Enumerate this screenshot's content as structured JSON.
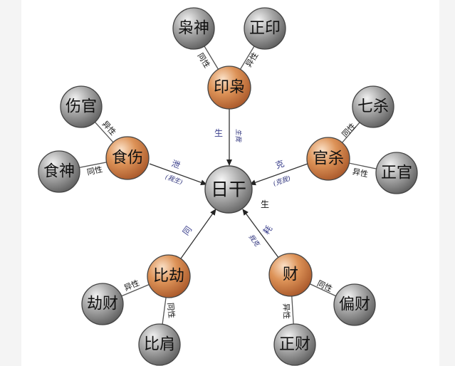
{
  "center": {
    "label": "日干"
  },
  "main_nodes": {
    "yin": "印枭",
    "guan": "官杀",
    "cai": "财",
    "bi": "比劫",
    "shi": "食伤"
  },
  "sub_nodes": {
    "xiaoshen": "枭神",
    "zhengyin": "正印",
    "qisha": "七杀",
    "zhengguan": "正官",
    "piancai": "偏财",
    "zhengcai": "正财",
    "bijian": "比肩",
    "jiecai": "劫财",
    "shanguan": "伤官",
    "shishen": "食神"
  },
  "edge_labels": {
    "same": "同性",
    "diff": "异性"
  },
  "flows": {
    "yin_main": "生",
    "yin_sub": "生我",
    "guan_main": "克",
    "guan_sub": "(克我)",
    "shi_main": "泄",
    "shi_sub": "(我生)",
    "cai_main": "耗",
    "cai_sub": "我克",
    "bi_main": "同",
    "side": "生"
  },
  "colors": {
    "main_node": "#d98a52",
    "sub_node": "#8e8e8e",
    "center_node": "#9a9a9a",
    "line": "#555555",
    "flow_text": "#3a3f8c"
  }
}
